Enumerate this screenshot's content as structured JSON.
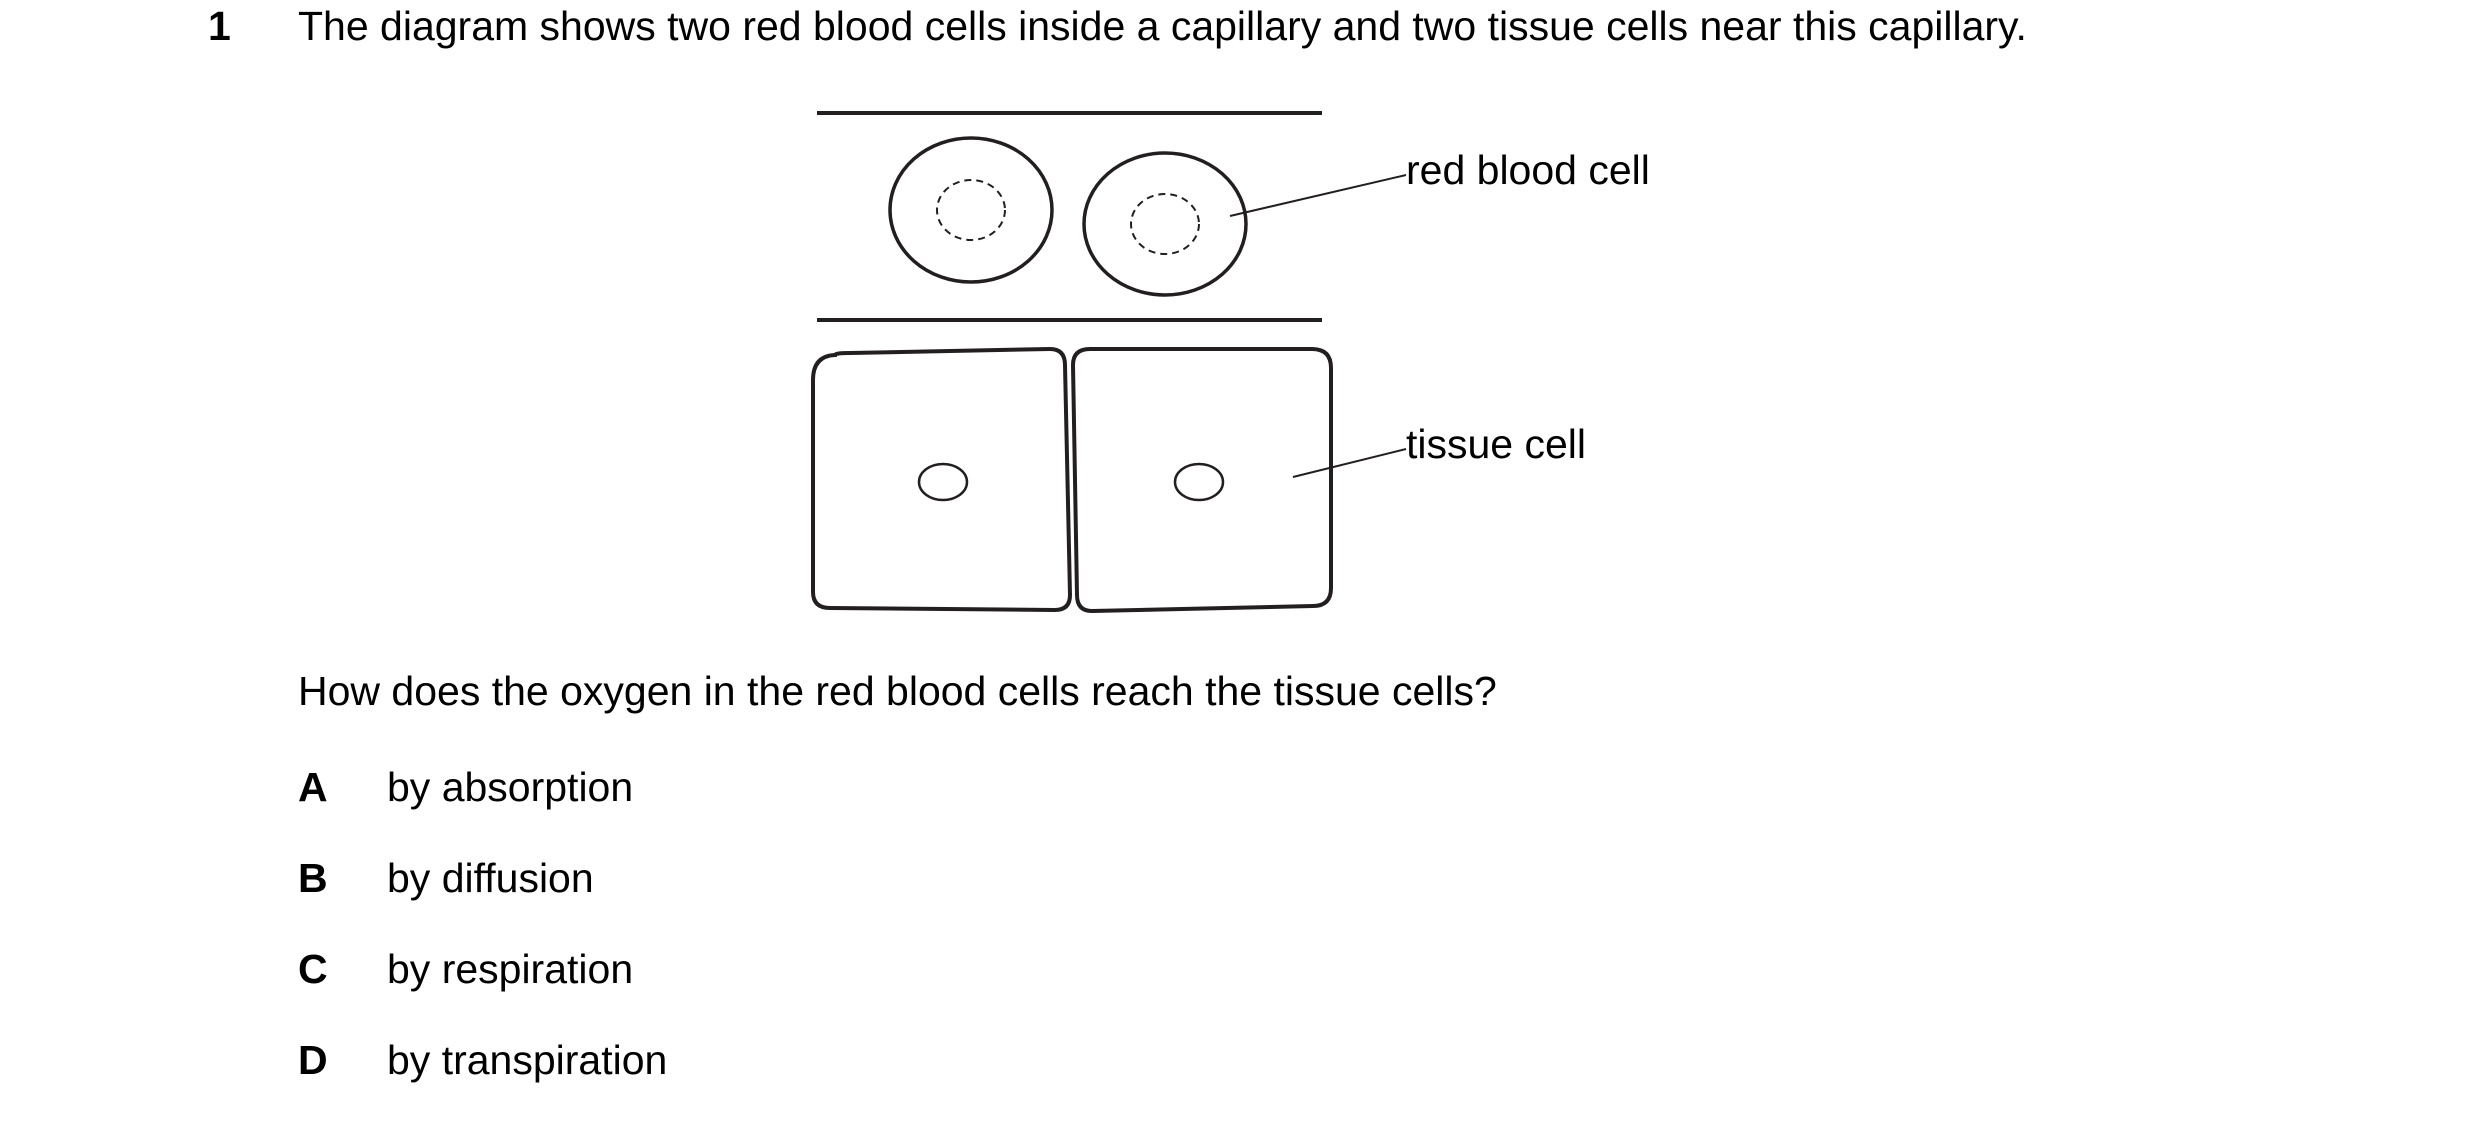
{
  "question": {
    "number": "1",
    "stem": "The diagram shows two red blood cells inside a capillary and two tissue cells near this capillary.",
    "prompt": "How does the oxygen in the red blood cells reach the tissue cells?"
  },
  "diagram": {
    "labels": {
      "red_blood_cell": "red blood cell",
      "tissue_cell": "tissue cell"
    }
  },
  "options": [
    {
      "letter": "A",
      "text": "by absorption"
    },
    {
      "letter": "B",
      "text": "by diffusion"
    },
    {
      "letter": "C",
      "text": "by respiration"
    },
    {
      "letter": "D",
      "text": "by transpiration"
    }
  ]
}
